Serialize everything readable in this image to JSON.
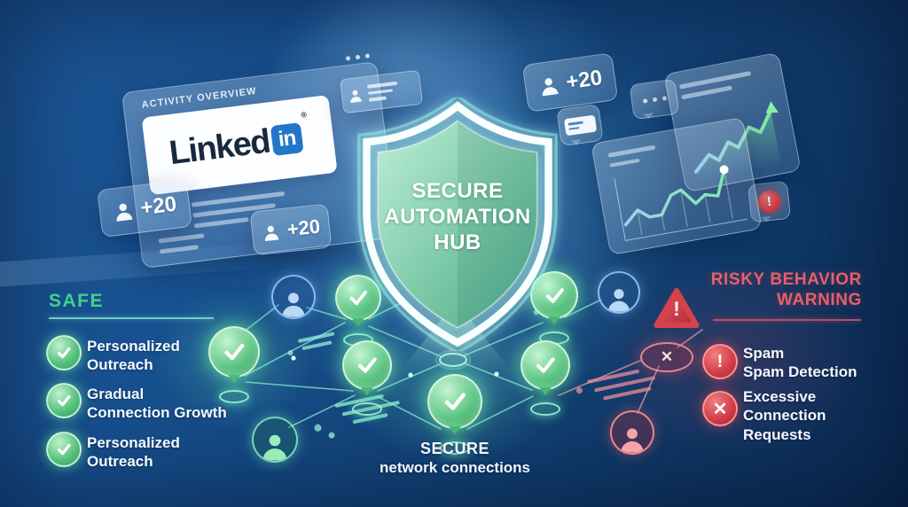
{
  "activity_card": {
    "header": "ACTIVITY OVERVIEW",
    "brand": {
      "word": "Linked",
      "in_square": "in",
      "registered": "®"
    }
  },
  "badges": [
    "+20",
    "+20",
    "+20"
  ],
  "shield": {
    "title": "SECURE\nAUTOMATION\nHUB"
  },
  "safe": {
    "title": "SAFE",
    "items": [
      {
        "label": "Personalized\nOutreach"
      },
      {
        "label": "Gradual\nConnection Growth"
      },
      {
        "label": "Personalized\nOutreach"
      }
    ]
  },
  "risky": {
    "title": "RISKY BEHAVIOR\nWARNING",
    "items": [
      {
        "icon": "exclamation-circle",
        "label": "Spam\nSpam Detection"
      },
      {
        "icon": "cross-circle",
        "label": "Excessive\nConnection\nRequests"
      }
    ]
  },
  "network_caption": {
    "line1": "SECURE",
    "line2": "network connections"
  },
  "icons": {
    "exclamation": "!",
    "cross": "✕"
  },
  "colors": {
    "background_blue": "#154a86",
    "safe_green": "#43d18b",
    "risk_red": "#e85f68",
    "linkedin_blue": "#2276c8",
    "shield_green": "#6fc9a4",
    "glow_teal": "#86e8d4"
  }
}
